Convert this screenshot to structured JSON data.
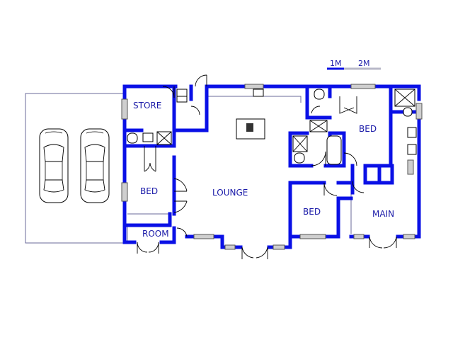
{
  "scale": {
    "label_1": "1M",
    "label_2": "2M",
    "colors": {
      "bar_primary": "#0a10e6",
      "bar_secondary": "#b8b8c8"
    }
  },
  "rooms": {
    "store": "STORE",
    "bed_left": "BED",
    "lounge": "LOUNGE",
    "bed_right_top": "BED",
    "bed_center": "BED",
    "main": "MAIN",
    "room": "ROOM"
  },
  "colors": {
    "wall": "#0a10e6",
    "label": "#1a1aa8"
  },
  "icons": {
    "car": "car-icon",
    "door": "door-swing-icon",
    "window": "window-icon"
  }
}
